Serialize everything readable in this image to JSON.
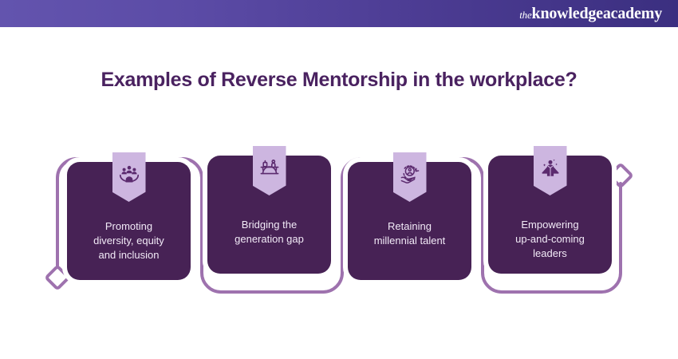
{
  "header": {
    "logo_the": "the",
    "logo_main": "knowledgeacademy",
    "gradient_left": "#6354AE",
    "gradient_right": "#3B2F80"
  },
  "title": "Examples of Reverse Mentorship in the workplace?",
  "colors": {
    "title": "#4A2260",
    "card_fill": "#472255",
    "banner_fill": "#CDB6E0",
    "outline": "#9E72AE",
    "card_text": "#F2EAF7"
  },
  "cards": [
    {
      "label": "Promoting\ndiversity, equity\nand inclusion",
      "icon": "people-in-hands-icon"
    },
    {
      "label": "Bridging the\ngeneration gap",
      "icon": "bridge-with-people-icon"
    },
    {
      "label": "Retaining\nmillennial talent",
      "icon": "person-retention-in-hand-icon"
    },
    {
      "label": "Empowering\nup-and-coming\nleaders",
      "icon": "leader-with-cape-icon"
    }
  ]
}
